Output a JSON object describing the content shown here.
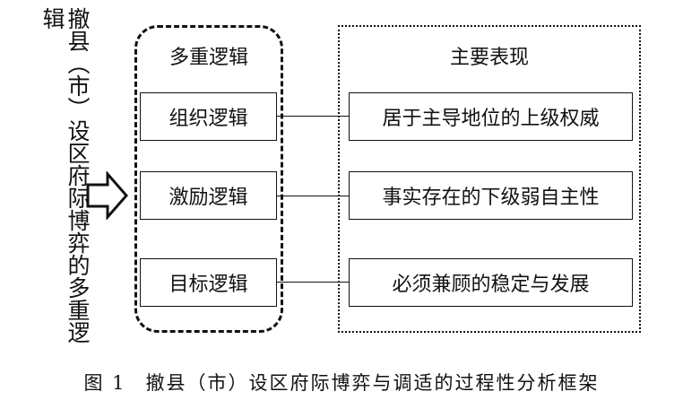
{
  "title_vertical": "撤县（市）设区府际博弈的多重逻辑",
  "left_column": {
    "heading": "多重逻辑",
    "items": [
      "组织逻辑",
      "激励逻辑",
      "目标逻辑"
    ]
  },
  "right_column": {
    "heading": "主要表现",
    "items": [
      "居于主导地位的上级权威",
      "事实存在的下级弱自主性",
      "必须兼顾的稳定与发展"
    ]
  },
  "caption": {
    "label": "图 1",
    "text": "撤县（市）设区府际博弈与调适的过程性分析框架"
  }
}
